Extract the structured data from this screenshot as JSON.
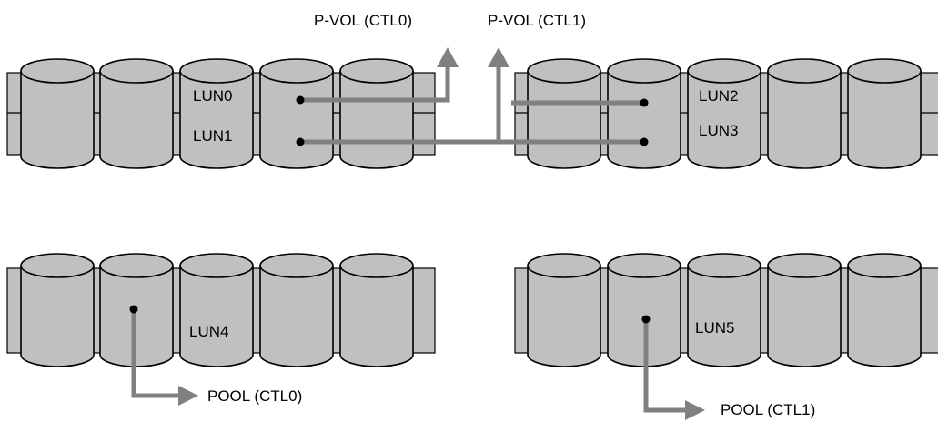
{
  "labels": {
    "pvol_ctl0": "P-VOL (CTL0)",
    "pvol_ctl1": "P-VOL (CTL1)",
    "pool_ctl0": "POOL (CTL0)",
    "pool_ctl1": "POOL (CTL1)"
  },
  "luns": {
    "lun0": "LUN0",
    "lun1": "LUN1",
    "lun2": "LUN2",
    "lun3": "LUN3",
    "lun4": "LUN4",
    "lun5": "LUN5"
  },
  "colors": {
    "disk_fill": "#c0c0c0",
    "arrow": "#808080",
    "outline": "#000000"
  }
}
